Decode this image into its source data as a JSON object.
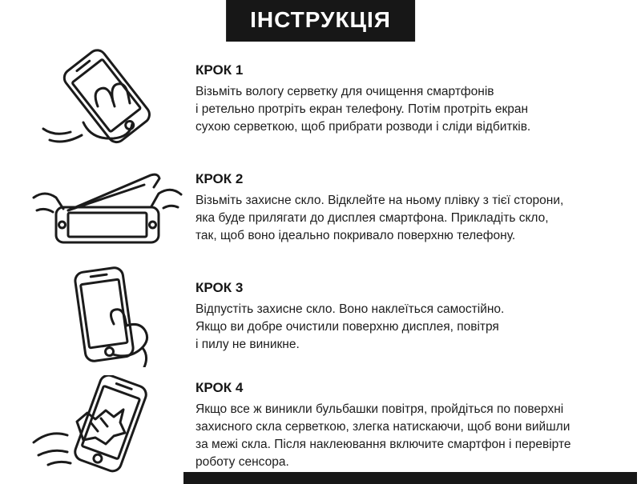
{
  "header": {
    "title": "ІНСТРУКЦІЯ"
  },
  "steps": [
    {
      "title": "КРОК 1",
      "text": "Візьміть вологу серветку для очищення смартфонів\nі ретельно протріть екран телефону. Потім протріть екран\nсухою серветкою, щоб прибрати розводи і сліди відбитків.",
      "illustration": "hands-wiping-phone-screen"
    },
    {
      "title": "КРОК 2",
      "text": "Візьміть захисне скло. Відклейте на ньому плівку з тієї сторони,\nяка буде прилягати до дисплея смартфона. Прикладіть скло,\nтак, щоб воно ідеально покривало поверхню телефону.",
      "illustration": "peeling-film-from-protective-glass"
    },
    {
      "title": "КРОК 3",
      "text": "Відпустіть захисне скло. Воно наклеїться самостійно.\nЯкщо ви добре очистили поверхню дисплея, повітря\nі пилу не виникне.",
      "illustration": "finger-pressing-glass-on-phone"
    },
    {
      "title": "КРОК 4",
      "text": "Якщо все ж виникли бульбашки повітря, пройдіться по поверхні\nзахисного скла серветкою, злегка натискаючи, щоб вони вийшли\nза межі скла. Після наклеювання включите смартфон і перевірте\nроботу сенсора.",
      "illustration": "smoothing-bubbles-with-cloth"
    }
  ],
  "colors": {
    "header_bg": "#171717",
    "text": "#1d1d1d",
    "background": "#ffffff",
    "line_art": "#1b1b1b"
  }
}
